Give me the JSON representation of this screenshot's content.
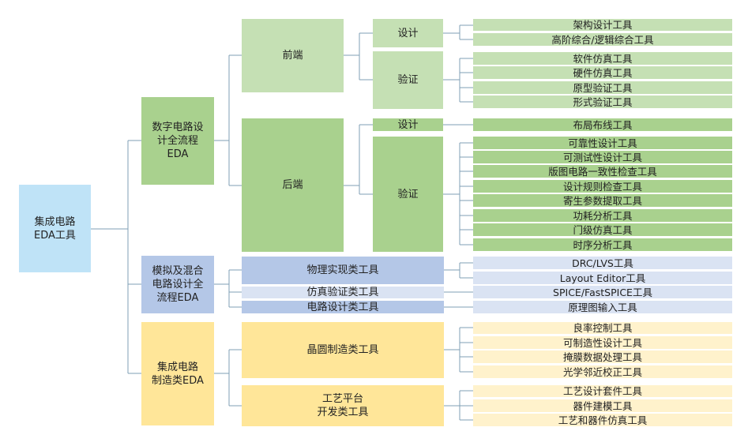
{
  "root": {
    "label": "集成电路\nEDA工具"
  },
  "l1": {
    "digital": "数字电路设\n计全流程\nEDA",
    "analog": "模拟及混合\n电路设计全\n流程EDA",
    "mfg": "集成电路\n制造类EDA"
  },
  "l2": {
    "frontend": "前端",
    "backend": "后端",
    "physical": "物理实现类工具",
    "simverify": "仿真验证类工具",
    "circuitdesign": "电路设计类工具",
    "wafer": "晶圆制造类工具",
    "process": "工艺平台\n开发类工具"
  },
  "l3": {
    "fe_design": "设计",
    "fe_verify": "验证",
    "be_design": "设计",
    "be_verify": "验证"
  },
  "leaves": {
    "fe_design": [
      "架构设计工具",
      "高阶综合/逻辑综合工具"
    ],
    "fe_verify": [
      "软件仿真工具",
      "硬件仿真工具",
      "原型验证工具",
      "形式验证工具"
    ],
    "be_design": [
      "布局布线工具"
    ],
    "be_verify": [
      "可靠性设计工具",
      "可测试性设计工具",
      "版图电路一致性检查工具",
      "设计规则检查工具",
      "寄生参数提取工具",
      "功耗分析工具",
      "门级仿真工具",
      "时序分析工具"
    ],
    "physical": [
      "DRC/LVS工具",
      "Layout Editor工具"
    ],
    "simverify": [
      "SPICE/FastSPICE工具"
    ],
    "circuitdesign": [
      "原理图输入工具"
    ],
    "wafer": [
      "良率控制工具",
      "可制造性设计工具",
      "掩膜数据处理工具",
      "光学邻近校正工具"
    ],
    "process": [
      "工艺设计套件工具",
      "器件建模工具",
      "工艺和器件仿真工具"
    ]
  },
  "colors": {
    "green_dark": "#a9d18e",
    "green_light": "#c5e0b4",
    "blue_mid": "#b4c7e7",
    "blue_light": "#dae3f3",
    "yellow_mid": "#ffe699",
    "yellow_light": "#fff2cc",
    "connector": "#7f9fb5"
  }
}
